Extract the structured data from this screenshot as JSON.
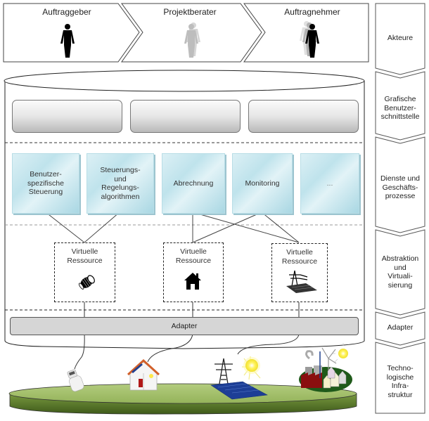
{
  "actors": {
    "items": [
      {
        "label": "Auftraggeber",
        "icon": "person-icon"
      },
      {
        "label": "Projektberater",
        "icon": "person-faded-icon"
      },
      {
        "label": "Auftragnehmer",
        "icon": "person-motion-icon"
      }
    ]
  },
  "layers": [
    {
      "label": "Akteure"
    },
    {
      "label": "Grafische Benutzer-schnittstelle"
    },
    {
      "label": "Dienste und Geschäfts-prozesse"
    },
    {
      "label": "Abstraktion und Virtuali-sierung"
    },
    {
      "label": "Adapter"
    },
    {
      "label": "Techno-logische Infra-struktur"
    }
  ],
  "layer_lines": [
    [
      "Akteure"
    ],
    [
      "Grafische",
      "Benutzer-",
      "schnittstelle"
    ],
    [
      "Dienste und",
      "Geschäfts-",
      "prozesse"
    ],
    [
      "Abstraktion",
      "und",
      "Virtuali-",
      "sierung"
    ],
    [
      "Adapter"
    ],
    [
      "Techno-",
      "logische",
      "Infra-",
      "struktur"
    ]
  ],
  "gui_panels": 3,
  "services": [
    {
      "label": "Benutzer-\nspezifische\nSteuerung"
    },
    {
      "label": "Steuerungs-\nund\nRegelungs-\nalgorithmen"
    },
    {
      "label": "Abrechnung"
    },
    {
      "label": "Monitoring"
    },
    {
      "label": "..."
    }
  ],
  "virtual_resources": [
    {
      "label": "Virtuelle\nRessource",
      "icon": "thermostat-icon"
    },
    {
      "label": "Virtuelle\nRessource",
      "icon": "house-icon"
    },
    {
      "label": "Virtuelle\nRessource",
      "icon": "power-grid-icon"
    }
  ],
  "adapter": {
    "label": "Adapter"
  },
  "infrastructure": [
    {
      "icon": "thermostat-device-icon"
    },
    {
      "icon": "smart-house-icon"
    },
    {
      "icon": "solar-pylon-icon"
    },
    {
      "icon": "power-plant-town-icon"
    }
  ]
}
